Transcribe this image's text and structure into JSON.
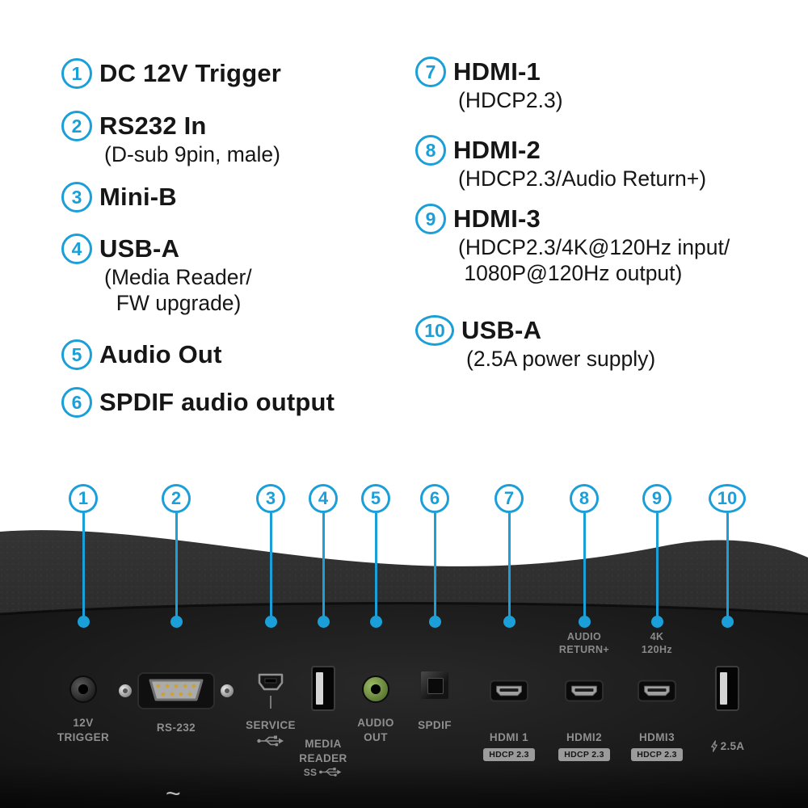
{
  "colors": {
    "accent": "#1b9fd8",
    "panel_bg": "#1a1a1a",
    "label_gray": "#8f8f8f",
    "badge_bg": "#9b9b9b"
  },
  "legend": {
    "left": [
      {
        "num": "1",
        "title": "DC 12V Trigger",
        "subtitle": []
      },
      {
        "num": "2",
        "title": "RS232 In",
        "subtitle": [
          "(D-sub 9pin, male)"
        ]
      },
      {
        "num": "3",
        "title": "Mini-B",
        "subtitle": []
      },
      {
        "num": "4",
        "title": "USB-A",
        "subtitle": [
          "(Media Reader/",
          "  FW upgrade)"
        ]
      },
      {
        "num": "5",
        "title": "Audio Out",
        "subtitle": []
      },
      {
        "num": "6",
        "title": "SPDIF audio output",
        "subtitle": []
      }
    ],
    "right": [
      {
        "num": "7",
        "title": "HDMI-1",
        "subtitle": [
          "(HDCP2.3)"
        ]
      },
      {
        "num": "8",
        "title": "HDMI-2",
        "subtitle": [
          "(HDCP2.3/Audio Return+)"
        ]
      },
      {
        "num": "9",
        "title": "HDMI-3",
        "subtitle": [
          "(HDCP2.3/4K@120Hz input/",
          " 1080P@120Hz output)"
        ]
      },
      {
        "num": "10",
        "title": "USB-A",
        "subtitle": [
          "(2.5A power supply)"
        ]
      }
    ]
  },
  "callouts": [
    "1",
    "2",
    "3",
    "4",
    "5",
    "6",
    "7",
    "8",
    "9",
    "10"
  ],
  "panel": {
    "ports": [
      {
        "name": "12v-trigger",
        "label1": "12V",
        "label2": "TRIGGER"
      },
      {
        "name": "rs232",
        "label1": "RS-232"
      },
      {
        "name": "service",
        "label1": "SERVICE"
      },
      {
        "name": "media-reader",
        "label1": "MEDIA",
        "label2": "READER",
        "speed": "SS"
      },
      {
        "name": "audio-out",
        "label1": "AUDIO",
        "label2": "OUT"
      },
      {
        "name": "spdif",
        "label1": "SPDIF"
      },
      {
        "name": "hdmi-1",
        "label1": "HDMI 1",
        "badge": "HDCP 2.3"
      },
      {
        "name": "hdmi-2",
        "top1": "AUDIO",
        "top2": "RETURN+",
        "label1": "HDMI2",
        "badge": "HDCP 2.3"
      },
      {
        "name": "hdmi-3",
        "top1": "4K",
        "top2": "120Hz",
        "label1": "HDMI3",
        "badge": "HDCP 2.3"
      },
      {
        "name": "usb-power",
        "label1": "2.5A"
      }
    ],
    "squiggle": "~"
  }
}
